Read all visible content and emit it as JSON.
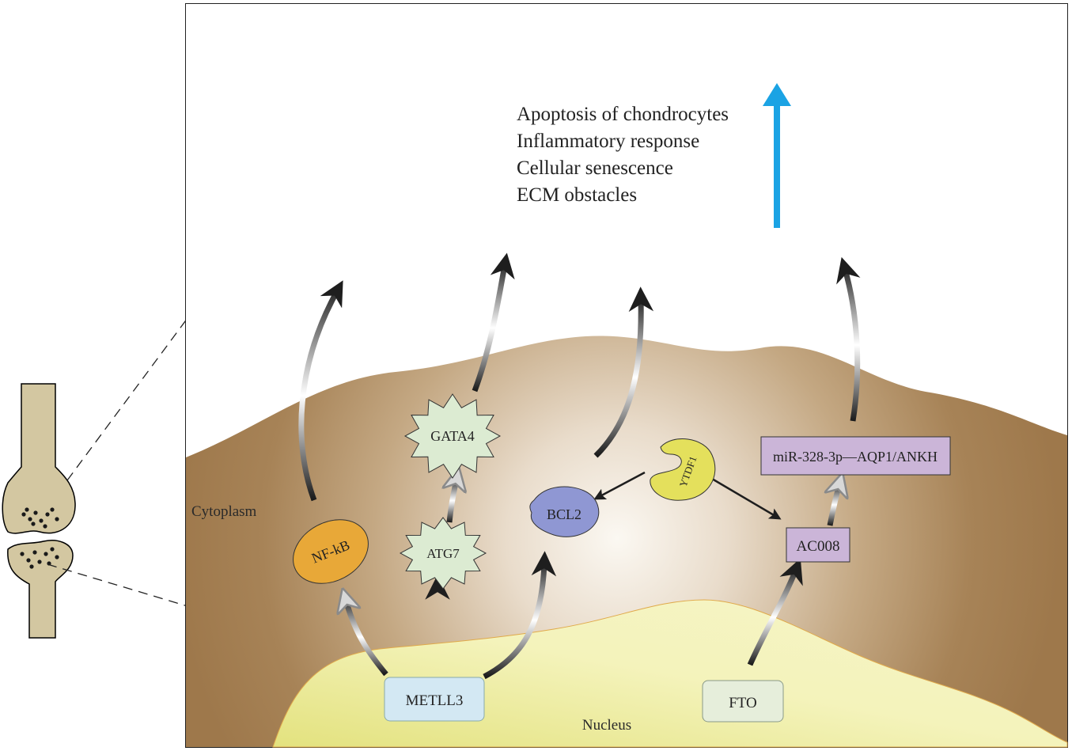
{
  "outcomes": {
    "line1": "Apoptosis of chondrocytes",
    "line2": "Inflammatory response",
    "line3": "Cellular senescence",
    "line4": "ECM obstacles"
  },
  "regions": {
    "cytoplasm": "Cytoplasm",
    "nucleus": "Nucleus"
  },
  "nodes": {
    "nfkb": "NF-kB",
    "gata4": "GATA4",
    "atg7": "ATG7",
    "bcl2": "BCL2",
    "ytdf1": "YTDF1",
    "mir": "miR-328-3p—AQP1/ANKH",
    "ac008": "AC008",
    "metll3": "METLL3",
    "fto": "FTO"
  },
  "colors": {
    "up_arrow": "#1ba3e4",
    "cytoplasm_dark": "#a57f4f",
    "cytoplasm_light": "#fbf8f2",
    "nucleus": "#f2f0a8",
    "nfkb": "#e8a838",
    "star": "#dcebd2",
    "bcl2": "#8f97d3",
    "ytdf1": "#e4e05c",
    "purple_box": "#cbb5d8",
    "metll3": "#d3e8f3",
    "fto": "#e6eedb",
    "bone": "#d3c7a1"
  }
}
